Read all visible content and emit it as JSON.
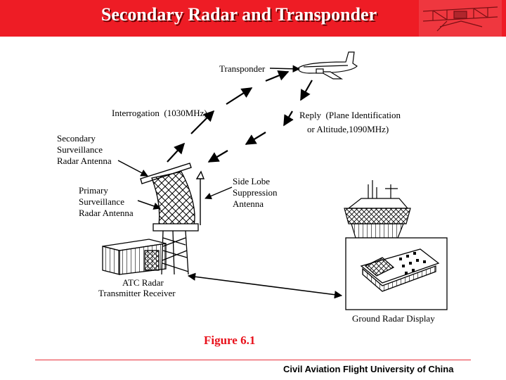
{
  "slide": {
    "title": "Secondary Radar and Transponder",
    "figure_caption": "Figure 6.1",
    "footer": "Civil Aviation Flight University of China"
  },
  "diagram": {
    "labels": {
      "transponder": "Transponder",
      "interrogation": "Interrogation  (1030MHz)",
      "reply_line1": "Reply  (Plane Identification",
      "reply_line2": "or Altitude,1090MHz)",
      "secondary_antenna": "Secondary\nSurveillance\nRadar Antenna",
      "primary_antenna": "Primary\nSurveillance\nRadar Antenna",
      "side_lobe": "Side Lobe\nSuppression\nAntenna",
      "atc_line1": "ATC Radar",
      "atc_line2": "Transmitter Receiver",
      "ground_display": "Ground Radar Display"
    }
  },
  "colors": {
    "title_bar": "#ee1c25",
    "caption": "#e8101a",
    "footer_line": "#e8303a"
  },
  "icons": [
    "airplane-icon",
    "biplane-logo"
  ]
}
